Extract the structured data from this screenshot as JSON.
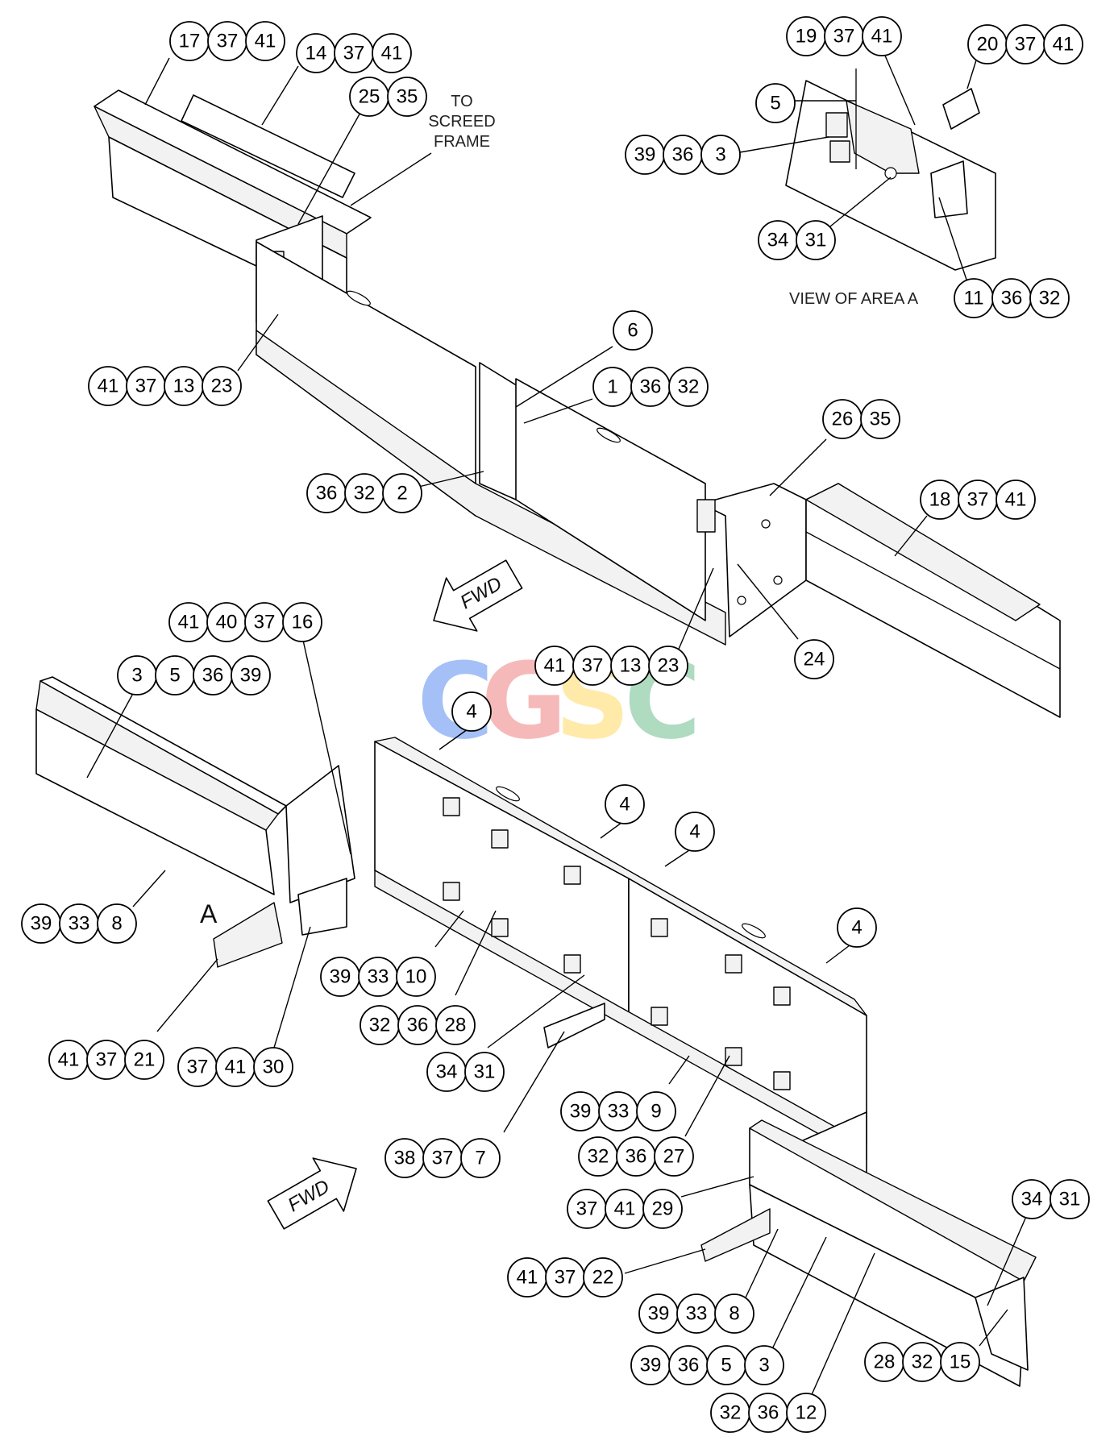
{
  "labels": {
    "to_screed": [
      "TO",
      "SCREED",
      "FRAME"
    ],
    "view_area": "VIEW OF AREA A",
    "area_letter": "A",
    "fwd": "FWD"
  },
  "watermark": {
    "letters": [
      {
        "ch": "C",
        "color": "#5b8def"
      },
      {
        "ch": "G",
        "color": "#f08080"
      },
      {
        "ch": "S",
        "color": "#ffd966"
      },
      {
        "ch": "C",
        "color": "#6fbf8f"
      }
    ]
  },
  "callouts": [
    {
      "nums": [
        "17",
        "37",
        "41"
      ]
    },
    {
      "nums": [
        "14",
        "37",
        "41"
      ]
    },
    {
      "nums": [
        "25",
        "35"
      ]
    },
    {
      "nums": [
        "19",
        "37",
        "41"
      ]
    },
    {
      "nums": [
        "20",
        "37",
        "41"
      ]
    },
    {
      "nums": [
        "5"
      ]
    },
    {
      "nums": [
        "39",
        "36",
        "3"
      ]
    },
    {
      "nums": [
        "34",
        "31"
      ]
    },
    {
      "nums": [
        "11",
        "36",
        "32"
      ]
    },
    {
      "nums": [
        "6"
      ]
    },
    {
      "nums": [
        "1",
        "36",
        "32"
      ]
    },
    {
      "nums": [
        "41",
        "37",
        "13",
        "23"
      ]
    },
    {
      "nums": [
        "26",
        "35"
      ]
    },
    {
      "nums": [
        "18",
        "37",
        "41"
      ]
    },
    {
      "nums": [
        "36",
        "32",
        "2"
      ]
    },
    {
      "nums": [
        "41",
        "40",
        "37",
        "16"
      ]
    },
    {
      "nums": [
        "3",
        "5",
        "36",
        "39"
      ]
    },
    {
      "nums": [
        "41",
        "37",
        "13",
        "23"
      ]
    },
    {
      "nums": [
        "24"
      ]
    },
    {
      "nums": [
        "4"
      ]
    },
    {
      "nums": [
        "4"
      ]
    },
    {
      "nums": [
        "4"
      ]
    },
    {
      "nums": [
        "4"
      ]
    },
    {
      "nums": [
        "39",
        "33",
        "8"
      ]
    },
    {
      "nums": [
        "39",
        "33",
        "10"
      ]
    },
    {
      "nums": [
        "32",
        "36",
        "28"
      ]
    },
    {
      "nums": [
        "41",
        "37",
        "21"
      ]
    },
    {
      "nums": [
        "37",
        "41",
        "30"
      ]
    },
    {
      "nums": [
        "34",
        "31"
      ]
    },
    {
      "nums": [
        "39",
        "33",
        "9"
      ]
    },
    {
      "nums": [
        "32",
        "36",
        "27"
      ]
    },
    {
      "nums": [
        "38",
        "37",
        "7"
      ]
    },
    {
      "nums": [
        "37",
        "41",
        "29"
      ]
    },
    {
      "nums": [
        "34",
        "31"
      ]
    },
    {
      "nums": [
        "41",
        "37",
        "22"
      ]
    },
    {
      "nums": [
        "39",
        "33",
        "8"
      ]
    },
    {
      "nums": [
        "39",
        "36",
        "5",
        "3"
      ]
    },
    {
      "nums": [
        "28",
        "32",
        "15"
      ]
    },
    {
      "nums": [
        "32",
        "36",
        "12"
      ]
    }
  ]
}
